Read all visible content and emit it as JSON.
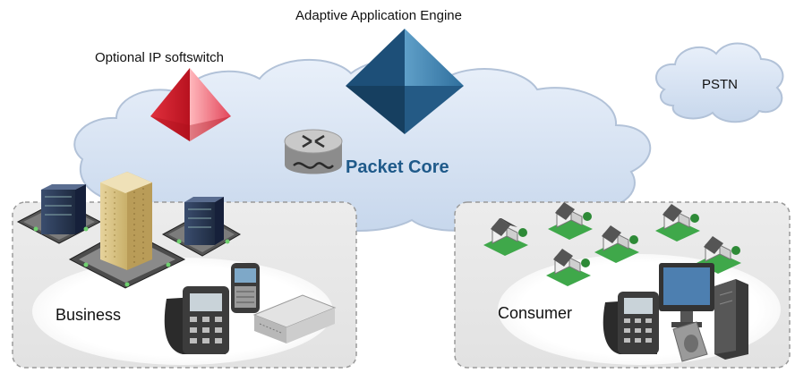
{
  "labels": {
    "adaptive_engine": "Adaptive Application Engine",
    "softswitch": "Optional IP softswitch",
    "pstn": "PSTN",
    "packet_core": "Packet Core",
    "business": "Business",
    "consumer": "Consumer"
  },
  "colors": {
    "cloud_fill": "#d6e3f3",
    "cloud_stroke": "#b2c2d8",
    "packet_core_text": "#1f5a8a",
    "softswitch_red": "#d0202e",
    "engine_blue": "#1c5e8c",
    "dashed_box": "#9a9a9a"
  },
  "icons": [
    "router-icon",
    "server-icon",
    "office-tower-icon",
    "smartphone-icon",
    "desk-phone-icon",
    "gateway-box-icon",
    "house-icon",
    "monitor-icon",
    "pc-tower-icon"
  ]
}
